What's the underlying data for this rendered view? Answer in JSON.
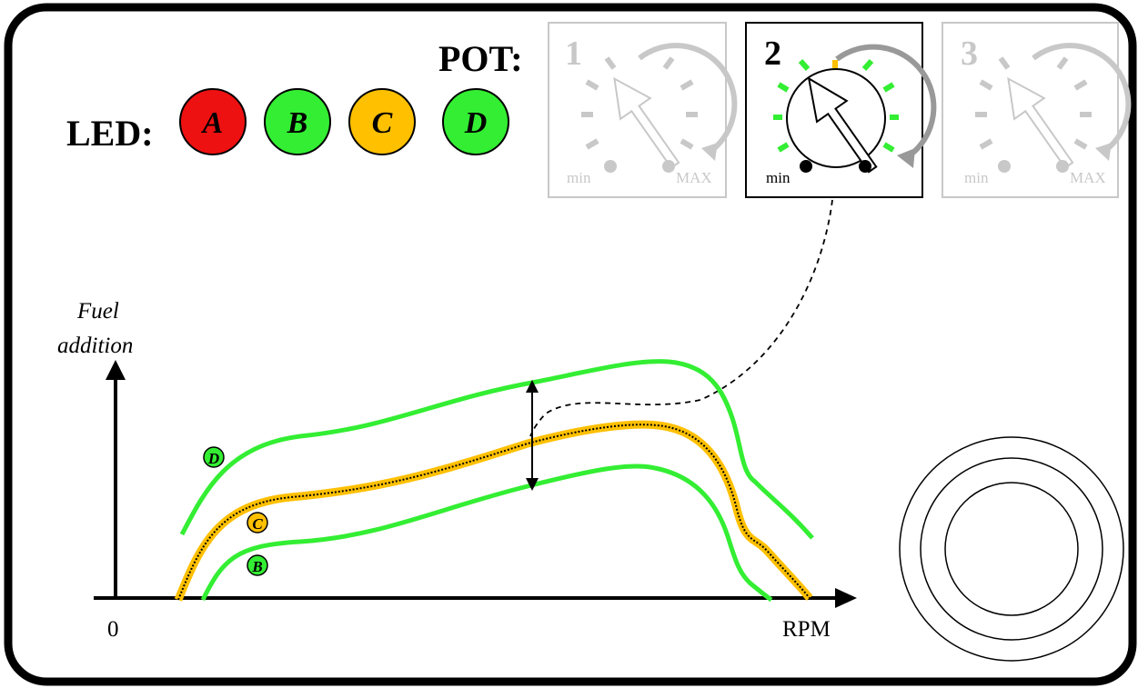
{
  "led": {
    "label": "LED:",
    "items": [
      {
        "letter": "A",
        "color": "#ee1111"
      },
      {
        "letter": "B",
        "color": "#33ee33"
      },
      {
        "letter": "C",
        "color": "#ffc000"
      },
      {
        "letter": "D",
        "color": "#33ee33"
      }
    ]
  },
  "pot": {
    "label": "POT:",
    "selected": 2,
    "min_label": "min",
    "max_label": "MAX",
    "panels": [
      {
        "number": "1",
        "active": false
      },
      {
        "number": "2",
        "active": true
      },
      {
        "number": "3",
        "active": false
      }
    ]
  },
  "graph": {
    "y_label_line1": "Fuel",
    "y_label_line2": "addition",
    "x_label": "RPM",
    "origin_label": "0",
    "curve_labels": [
      "D",
      "C",
      "B"
    ]
  },
  "colors": {
    "green": "#33ee33",
    "orange": "#ffc000",
    "red": "#ee1111",
    "inactive": "#c8c8c8",
    "arrow_gray": "#999999"
  }
}
